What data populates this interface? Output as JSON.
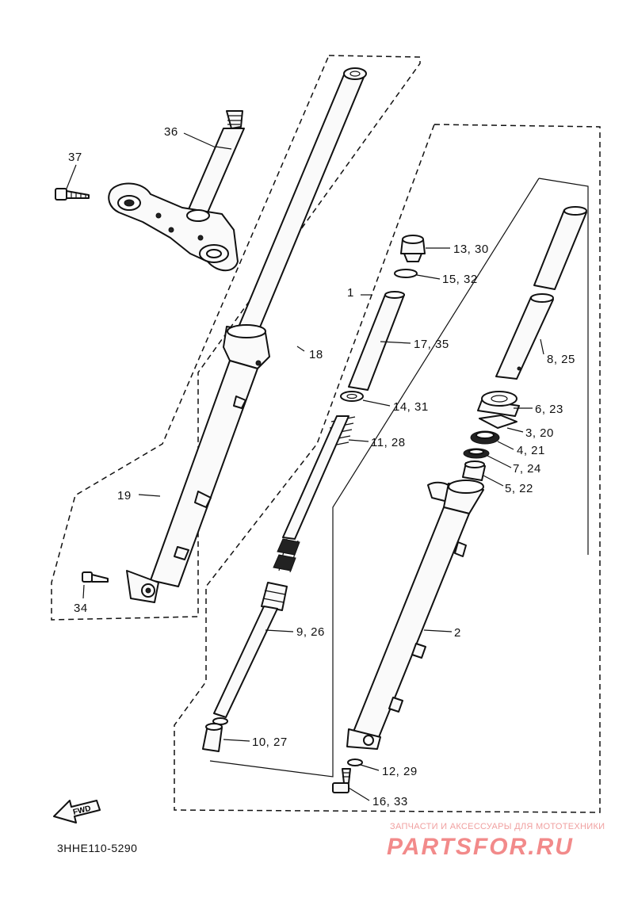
{
  "diagram": {
    "code": "3HHE110-5290",
    "fwd_arrow_text": "FWD",
    "labels": {
      "p36": "36",
      "p37": "37",
      "p13": "13, 30",
      "p15": "15, 32",
      "p1": "1",
      "p17": "17, 35",
      "p18": "18",
      "p8": "8, 25",
      "p14": "14, 31",
      "p6": "6, 23",
      "p3": "3, 20",
      "p11": "11, 28",
      "p4": "4, 21",
      "p7": "7, 24",
      "p5": "5, 22",
      "p19": "19",
      "p34": "34",
      "p9": "9, 26",
      "p2": "2",
      "p10": "10, 27",
      "p12": "12, 29",
      "p16": "16, 33"
    }
  },
  "watermark": {
    "tagline": "ЗАПЧАСТИ И АКСЕССУАРЫ ДЛЯ МОТОТЕХНИКИ",
    "brand": "PARTSFOR.RU"
  }
}
